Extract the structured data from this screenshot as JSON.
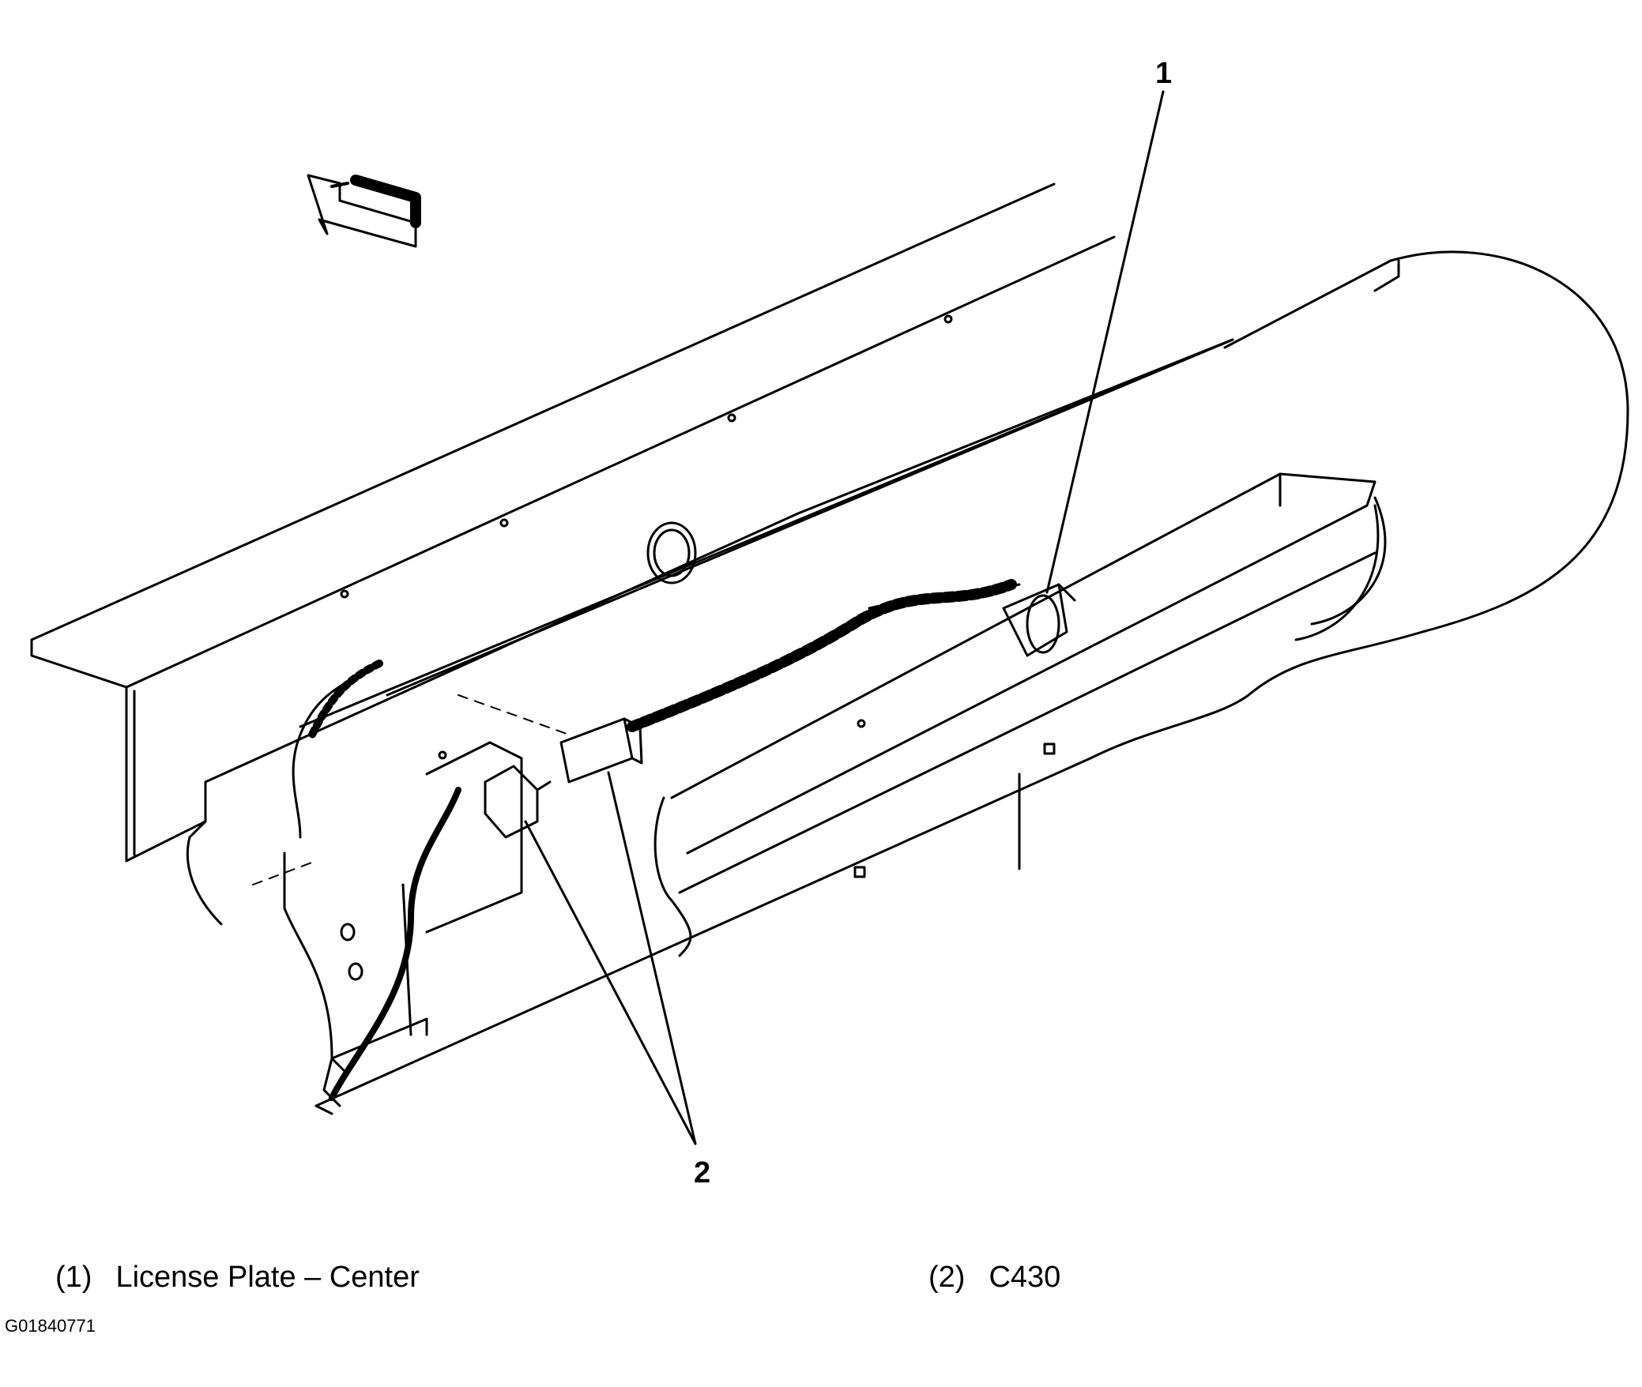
{
  "diagram": {
    "callouts": [
      {
        "number": "1",
        "label": "License Plate – Center"
      },
      {
        "number": "2",
        "label": "C430"
      }
    ],
    "legend": [
      {
        "number": "(1)",
        "text": "License Plate – Center"
      },
      {
        "number": "(2)",
        "text": "C430"
      }
    ],
    "figure_id": "G01840771",
    "colors": {
      "line": "#000000",
      "background": "#ffffff"
    },
    "icons": [
      "direction-arrow-icon"
    ]
  }
}
